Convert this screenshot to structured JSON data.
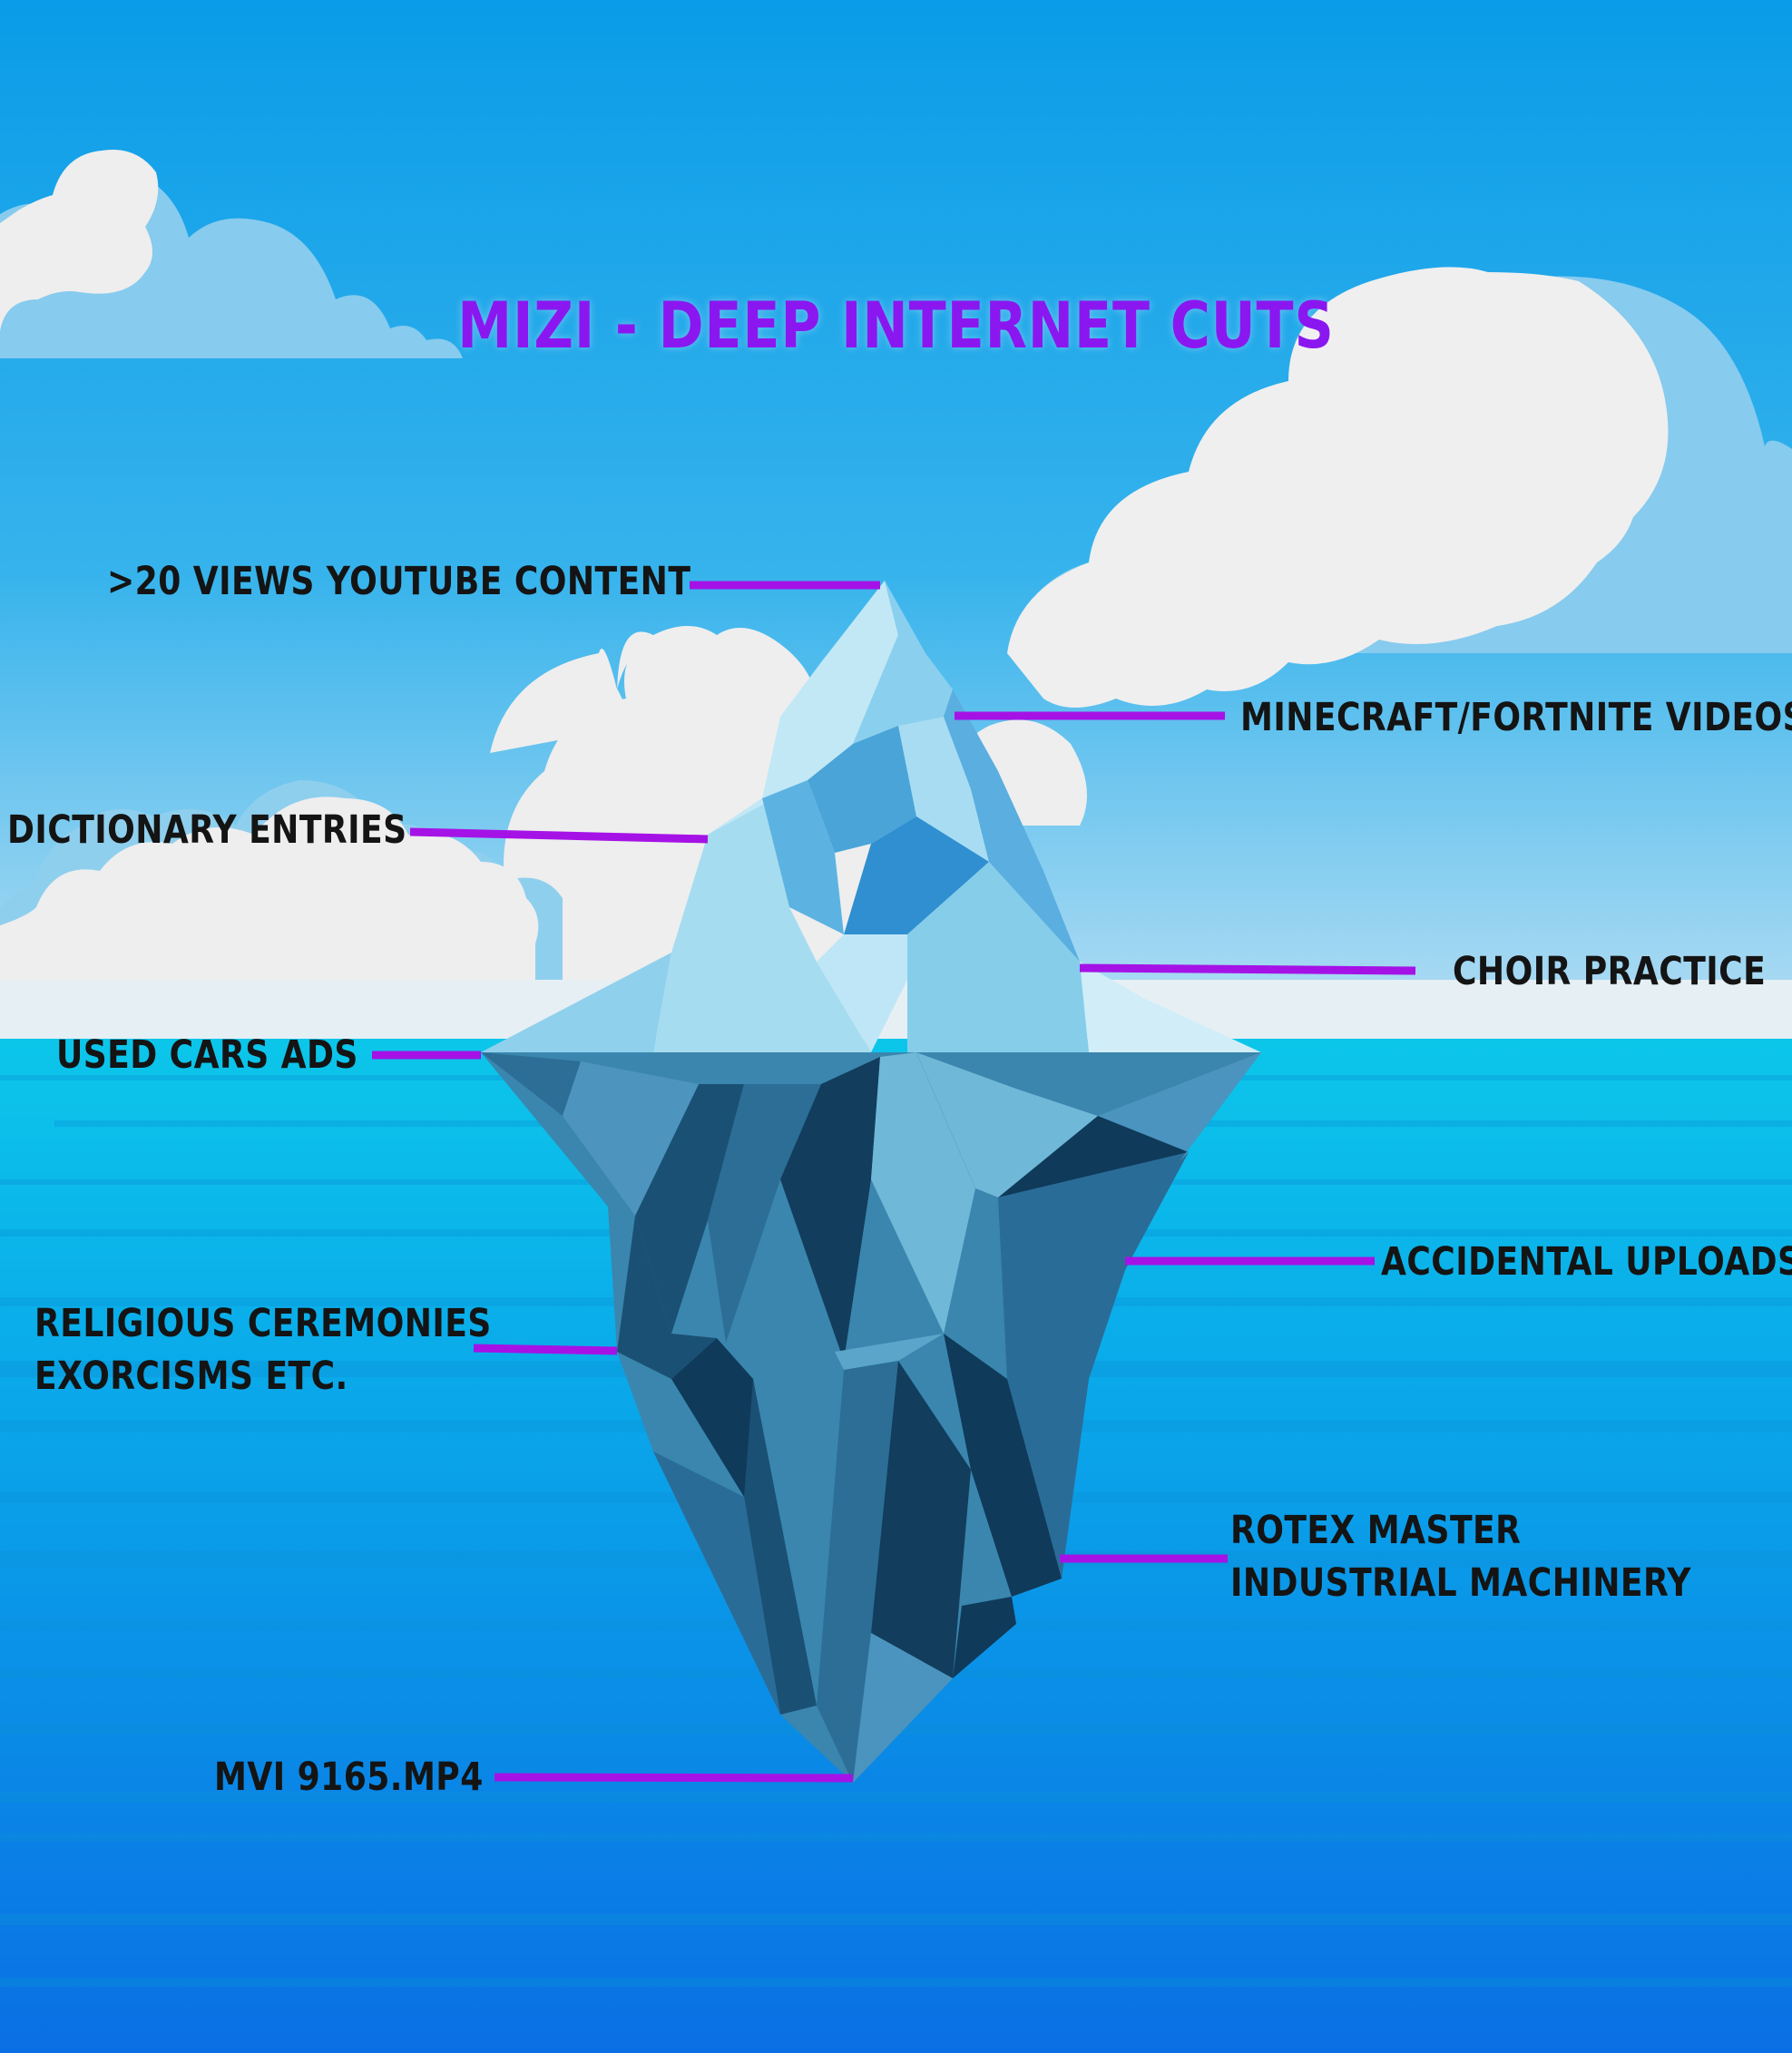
{
  "title": "MIZI - DEEP INTERNET CUTS",
  "colors": {
    "sky_top": "#0a9ce8",
    "sky_bottom": "#b6def3",
    "ocean_top": "#0cc6ea",
    "ocean_bottom": "#0a6fe4",
    "pointer": "#a512e6",
    "label_text": "#141414",
    "title_text": "#8b17f0"
  },
  "levels": [
    {
      "id": "level-1",
      "text": ">20 VIEWS YOUTUBE CONTENT",
      "zone": "above-water"
    },
    {
      "id": "level-2",
      "text": "MINECRAFT/FORTNITE VIDEOS",
      "zone": "above-water"
    },
    {
      "id": "level-3",
      "text": "DICTIONARY ENTRIES",
      "zone": "above-water"
    },
    {
      "id": "level-4",
      "text": "CHOIR PRACTICE",
      "zone": "above-water"
    },
    {
      "id": "level-5",
      "text": "USED CARS ADS",
      "zone": "waterline"
    },
    {
      "id": "level-6",
      "text": "ACCIDENTAL UPLOADS",
      "zone": "below-water"
    },
    {
      "id": "level-7",
      "lines": [
        "RELIGIOUS CEREMONIES",
        "EXORCISMS ETC."
      ],
      "zone": "below-water"
    },
    {
      "id": "level-8",
      "lines": [
        "ROTEX MASTER",
        "INDUSTRIAL MACHINERY"
      ],
      "zone": "below-water"
    },
    {
      "id": "level-9",
      "text": "MVI 9165.MP4",
      "zone": "deepest"
    }
  ]
}
